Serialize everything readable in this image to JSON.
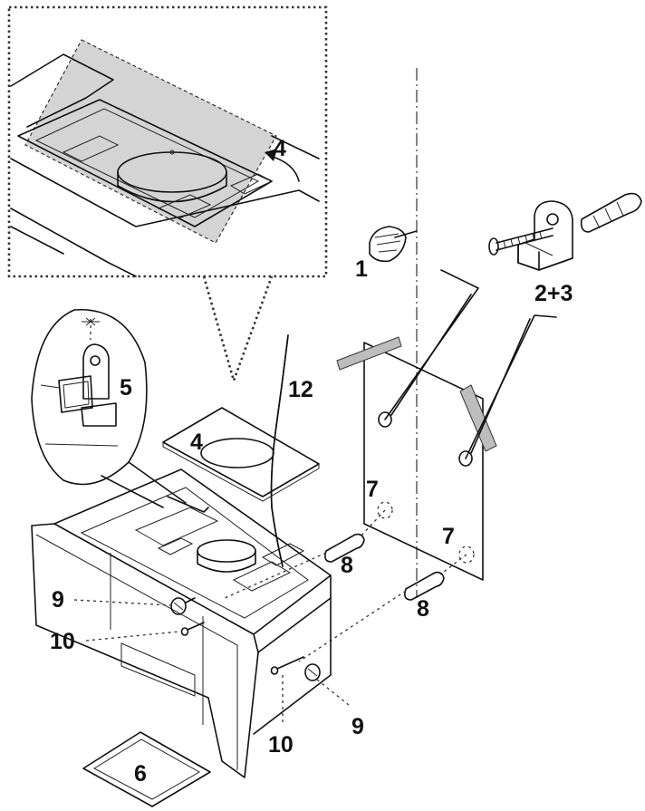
{
  "callouts": {
    "step_1": "1",
    "step_2_3": "2+3",
    "step_4_detail": "4",
    "step_4_panel": "4",
    "step_5": "5",
    "step_6": "6",
    "step_7_left": "7",
    "step_7_right": "7",
    "step_8_upper": "8",
    "step_8_lower": "8",
    "step_9_left": "9",
    "step_9_right": "9",
    "step_10_left": "10",
    "step_10_right": "10",
    "step_12": "12"
  },
  "icons": [
    "hand-pencil-icon",
    "bracket-icon",
    "screw-icon",
    "wall-plug-icon"
  ],
  "colors": {
    "line": "#111111",
    "shade": "#d4d4d4",
    "background": "#ffffff"
  }
}
